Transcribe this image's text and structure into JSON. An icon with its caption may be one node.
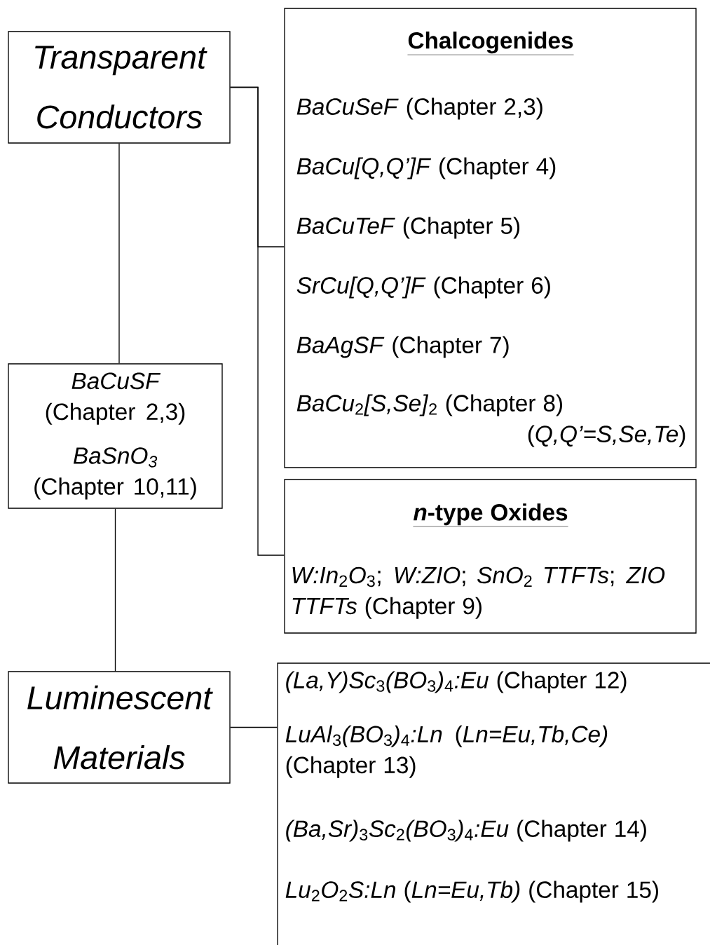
{
  "diagram": {
    "nodes": [
      {
        "text": [
          "Transparent Conductors"
        ]
      },
      {
        "text": [
          "Chalcogenides",
          "*BaCuSeF* (Chapter 2,3)",
          "*BaCu[Q,Q’]F* (Chapter 4)",
          "*BaCuTeF* (Chapter 5)",
          "*SrCu[Q,Q’]F* (Chapter 6)",
          "*BaAgSF* (Chapter 7)",
          "*BaCu*$_{2}$*[S,Se]*$_{2}$ (Chapter 8)",
          "(*Q,Q’=S,Se,Te*)"
        ]
      },
      {
        "text": [
          "*n*-type Oxides",
          "*W:In*$_{2}$*O*$_{3}$; *W:ZIO*; *SnO*$_{2}$ *TTFTs*; *ZIO TTFTs* (Chapter 9)"
        ]
      },
      {
        "text": [
          "BaCuSF",
          "(Chapter 2,3)",
          "BaSnO$_{3}$",
          "(Chapter 10,11)"
        ]
      },
      {
        "text": [
          "Luminescent Materials"
        ]
      },
      {
        "text": [
          "*(La,Y)Sc*$_{3}$*(BO*$_{3}$*)*$_{4}$*:Eu* (Chapter 12)",
          "*LuAl*$_{3}$*(BO*$_{3}$*)*$_{4}$*:Ln* (*Ln=Eu,Tb,Ce)* (Chapter 13)",
          "*(Ba,Sr)*$_{3}$*Sc*$_{2}$*(BO*$_{3}$*)*$_{4}$*:Eu* (Chapter 14)",
          "*Lu*$_{2}$*O*$_{2}$*S:Ln* (*Ln=Eu,Tb)* (Chapter 15)"
        ]
      }
    ],
    "edges": [
      {
        "from": 0,
        "to": 1,
        "arrow": "none"
      },
      {
        "from": 0,
        "to": 2,
        "arrow": "none"
      },
      {
        "from": 0,
        "to": 3,
        "arrow": "none"
      },
      {
        "from": 3,
        "to": 4,
        "arrow": "none"
      },
      {
        "from": 4,
        "to": 5,
        "arrow": "none"
      }
    ]
  }
}
